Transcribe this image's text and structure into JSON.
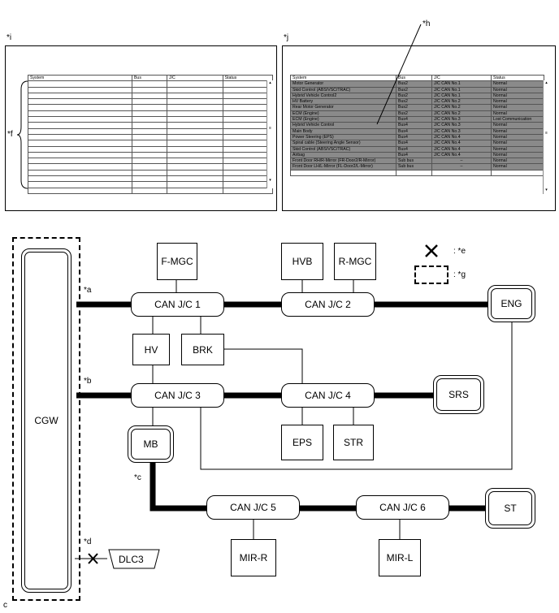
{
  "labels": {
    "i": "*i",
    "j": "*j",
    "h": "*h",
    "f": "*f",
    "a": "*a",
    "b": "*b",
    "c": "*c",
    "d": "*d",
    "e": ": *e",
    "g": ": *g",
    "corner": "c"
  },
  "table_headers": [
    "System",
    "Bus",
    "J/C",
    "Status"
  ],
  "table_rows": [
    {
      "system": "Motor Generator",
      "bus": "Bus2",
      "jc": "J/C CAN No.1",
      "status": "Normal"
    },
    {
      "system": "Skid Control (ABS/VSC/TRAC)",
      "bus": "Bus2",
      "jc": "J/C CAN No.1",
      "status": "Normal"
    },
    {
      "system": "Hybrid Vehicle Control2",
      "bus": "Bus2",
      "jc": "J/C CAN No.1",
      "status": "Normal"
    },
    {
      "system": "HV Battery",
      "bus": "Bus2",
      "jc": "J/C CAN No.2",
      "status": "Normal"
    },
    {
      "system": "Rear Motor Generator",
      "bus": "Bus2",
      "jc": "J/C CAN No.2",
      "status": "Normal"
    },
    {
      "system": "ECM (Engine)",
      "bus": "Bus2",
      "jc": "J/C CAN No.2",
      "status": "Normal"
    },
    {
      "system": "ECM (Engine)",
      "bus": "Bus4",
      "jc": "J/C CAN No.3",
      "status": "Lost Communication"
    },
    {
      "system": "Hybrid Vehicle Control",
      "bus": "Bus4",
      "jc": "J/C CAN No.3",
      "status": "Normal"
    },
    {
      "system": "Main Body",
      "bus": "Bus4",
      "jc": "J/C CAN No.3",
      "status": "Normal"
    },
    {
      "system": "Power Steering (EPS)",
      "bus": "Bus4",
      "jc": "J/C CAN No.4",
      "status": "Normal"
    },
    {
      "system": "Spiral cable (Steering Angle Sensor)",
      "bus": "Bus4",
      "jc": "J/C CAN No.4",
      "status": "Normal"
    },
    {
      "system": "Skid Control (ABS/VSC/TRAC)",
      "bus": "Bus4",
      "jc": "J/C CAN No.4",
      "status": "Normal"
    },
    {
      "system": "Airbag",
      "bus": "Bus4",
      "jc": "J/C CAN No.4",
      "status": "Normal"
    },
    {
      "system": "Front Door RH/R-Mirror (FR-Door2/R-Mirror)",
      "bus": "Sub bus",
      "jc": "–",
      "status": "Normal"
    },
    {
      "system": "Front Door LH/L-Mirror (FL-Door2/L-Mirror)",
      "bus": "Sub bus",
      "jc": "–",
      "status": "Normal"
    }
  ],
  "nodes": {
    "cgw": "CGW",
    "fmgc": "F-MGC",
    "hvb": "HVB",
    "rmgc": "R-MGC",
    "canjc1": "CAN J/C 1",
    "canjc2": "CAN J/C 2",
    "canjc3": "CAN J/C 3",
    "canjc4": "CAN J/C 4",
    "canjc5": "CAN J/C 5",
    "canjc6": "CAN J/C 6",
    "eng": "ENG",
    "hv": "HV",
    "brk": "BRK",
    "srs": "SRS",
    "eps": "EPS",
    "str": "STR",
    "mb": "MB",
    "st": "ST",
    "mirr": "MIR-R",
    "mirl": "MIR-L",
    "dlc3": "DLC3"
  }
}
